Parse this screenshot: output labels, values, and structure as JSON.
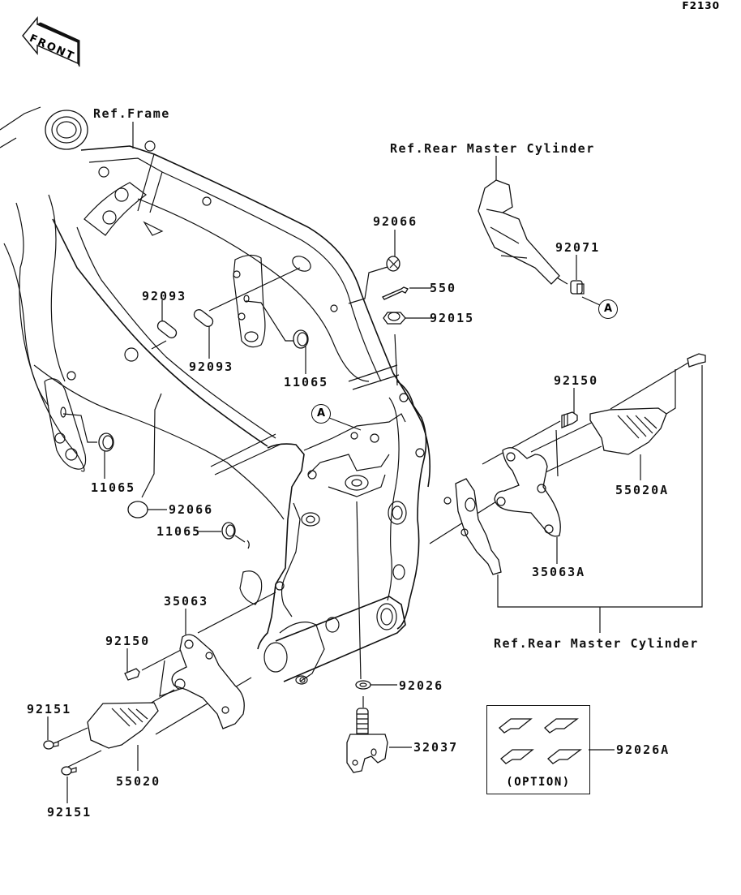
{
  "diagram": {
    "code": "F2130",
    "front_label": "FRONT",
    "references": {
      "frame": "Ref.Frame",
      "rear_master_cylinder_top": "Ref.Rear Master Cylinder",
      "rear_master_cylinder_bottom": "Ref.Rear Master Cylinder"
    },
    "callouts": {
      "a_top": "A",
      "a_frame": "A"
    },
    "parts": {
      "p92066_top": "92066",
      "p550": "550",
      "p92015": "92015",
      "p92071": "92071",
      "p92093_left": "92093",
      "p92093_right": "92093",
      "p11065_center": "11065",
      "p11065_left": "11065",
      "p92066_left": "92066",
      "p11065_lower": "11065",
      "p92150_right": "92150",
      "p55020A": "55020A",
      "p35063A": "35063A",
      "p35063": "35063",
      "p92150_left": "92150",
      "p92151_upper": "92151",
      "p92151_lower": "92151",
      "p55020": "55020",
      "p92026": "92026",
      "p32037": "32037",
      "p92026A": "92026A"
    },
    "option_label": "(OPTION)"
  }
}
